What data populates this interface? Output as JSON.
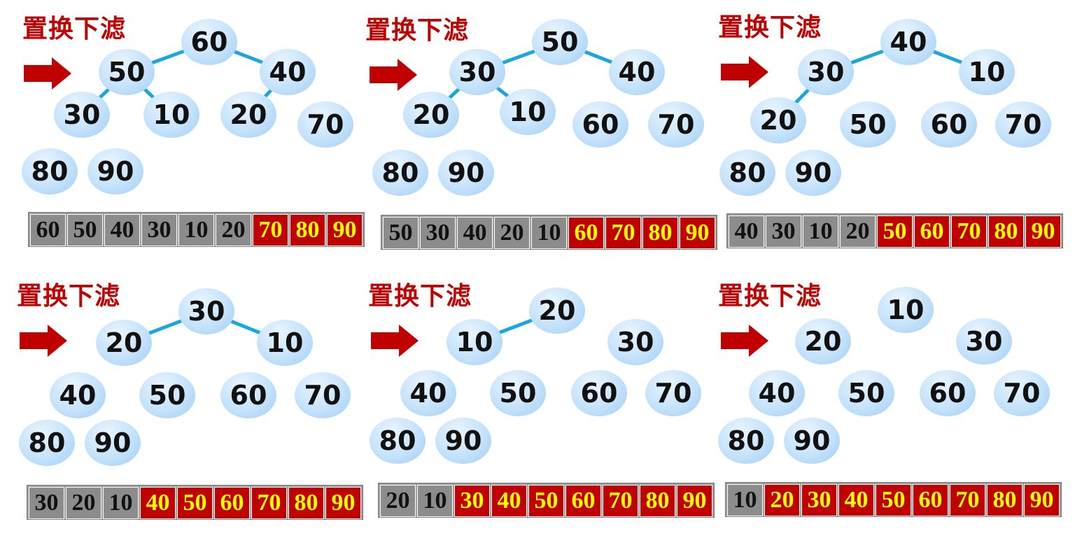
{
  "colors": {
    "title": "#c00000",
    "arrow": "#c00000",
    "edge": "#1aa7e0",
    "node": "#c4e2fb",
    "sorted_cell": "#c00000",
    "sorted_text": "#ffff00",
    "unsorted_cell": "#8c8c8c",
    "unsorted_text": "#111111"
  },
  "panels": [
    {
      "title": "置换下滤",
      "array": [
        "60",
        "50",
        "40",
        "30",
        "10",
        "20",
        "70",
        "80",
        "90"
      ],
      "sorted_from": 6
    },
    {
      "title": "置换下滤",
      "array": [
        "50",
        "30",
        "40",
        "20",
        "10",
        "60",
        "70",
        "80",
        "90"
      ],
      "sorted_from": 5
    },
    {
      "title": "置换下滤",
      "array": [
        "40",
        "30",
        "10",
        "20",
        "50",
        "60",
        "70",
        "80",
        "90"
      ],
      "sorted_from": 4
    },
    {
      "title": "置换下滤",
      "array": [
        "30",
        "20",
        "10",
        "40",
        "50",
        "60",
        "70",
        "80",
        "90"
      ],
      "sorted_from": 3
    },
    {
      "title": "置换下滤",
      "array": [
        "20",
        "10",
        "30",
        "40",
        "50",
        "60",
        "70",
        "80",
        "90"
      ],
      "sorted_from": 2
    },
    {
      "title": "置换下滤",
      "array": [
        "10",
        "20",
        "30",
        "40",
        "50",
        "60",
        "70",
        "80",
        "90"
      ],
      "sorted_from": 1
    }
  ]
}
